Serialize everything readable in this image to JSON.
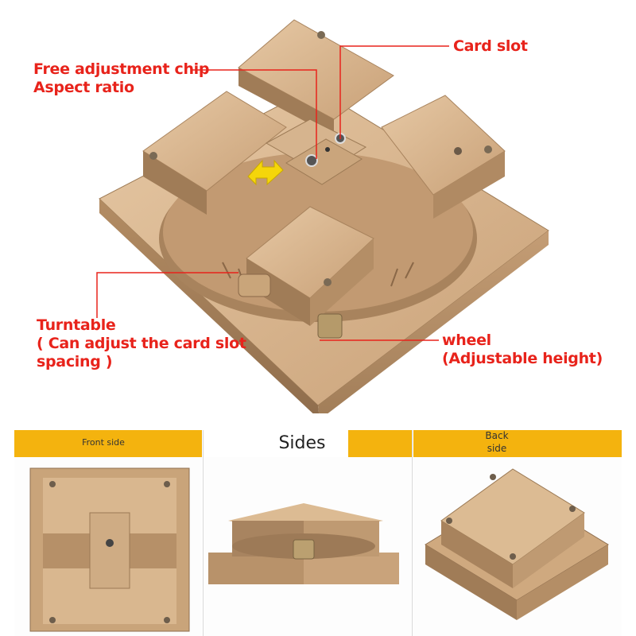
{
  "colors": {
    "callout_red": "#e8231b",
    "header_bar": "#f4b30e",
    "metal_gold": "#cda47a",
    "metal_shadow": "#9c7a55",
    "metal_highlight": "#e6c8a4"
  },
  "callouts": {
    "free_adjustment_line1": "Free adjustment chip",
    "free_adjustment_line2": "Aspect ratio",
    "card_slot": "Card slot",
    "turntable_line1": "Turntable",
    "turntable_line2": "( Can adjust the card slot",
    "turntable_line3": "spacing )",
    "wheel_line1": "wheel",
    "wheel_line2": "(Adjustable height)"
  },
  "views": {
    "front_label": "Front side",
    "sides_label": "Sides",
    "back_label_line1": "Back",
    "back_label_line2": "side"
  }
}
